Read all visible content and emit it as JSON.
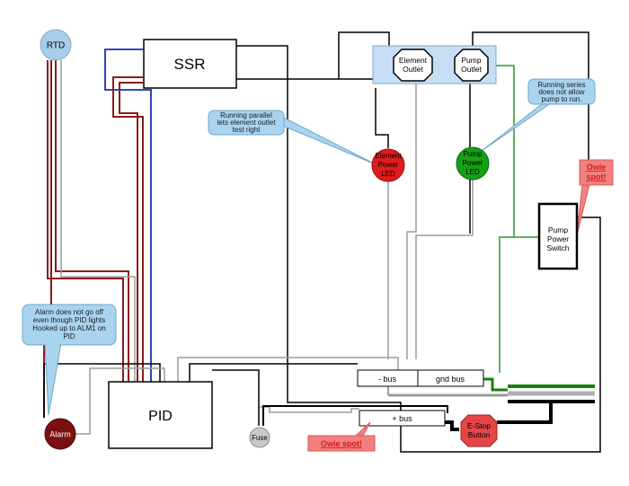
{
  "components": {
    "ssr": "SSR",
    "pid": "PID",
    "rtd": "RTD",
    "alarm": "Alarm",
    "fuse": "Fuse",
    "element_outlet": [
      "Element",
      "Outlet"
    ],
    "pump_outlet": [
      "Pump",
      "Outlet"
    ],
    "element_led": [
      "Element",
      "Power",
      "LED"
    ],
    "pump_led": [
      "Pump",
      "Power",
      "LED"
    ],
    "pump_switch": [
      "Pump",
      "Power",
      "Switch"
    ],
    "minus_bus": "- bus",
    "gnd_bus": "gnd bus",
    "plus_bus": "+ bus",
    "estop": [
      "E-Stop",
      "Button"
    ]
  },
  "callouts": {
    "parallel": [
      "Running parallel",
      "lets element outlet",
      "test right"
    ],
    "series": [
      "Running series",
      "does not allow",
      "pump to run."
    ],
    "alarm": [
      "Alarm does not go off",
      "even though PID lights",
      "Hooked up to ALM1 on",
      "PID"
    ]
  },
  "warnings": {
    "owie_switch": [
      "Owie",
      "spot!"
    ],
    "owie_plus_bus": "Owie spot!"
  },
  "colors": {
    "outlet_panel": "#c5def5",
    "callout_fill": "#a9d4f0",
    "element_led": "#e11b1b",
    "pump_led": "#16a016",
    "alarm": "#7a0f0f",
    "estop": "#e64545",
    "fuse": "#c9c9c9",
    "rtd": "#a6cdea",
    "warning_fill": "#f28080",
    "wire_green": "#2d9a2d",
    "wire_blue": "#1d2fa8",
    "wire_maroon": "#8a1c1c",
    "wire_gray": "#9b9b9b"
  }
}
